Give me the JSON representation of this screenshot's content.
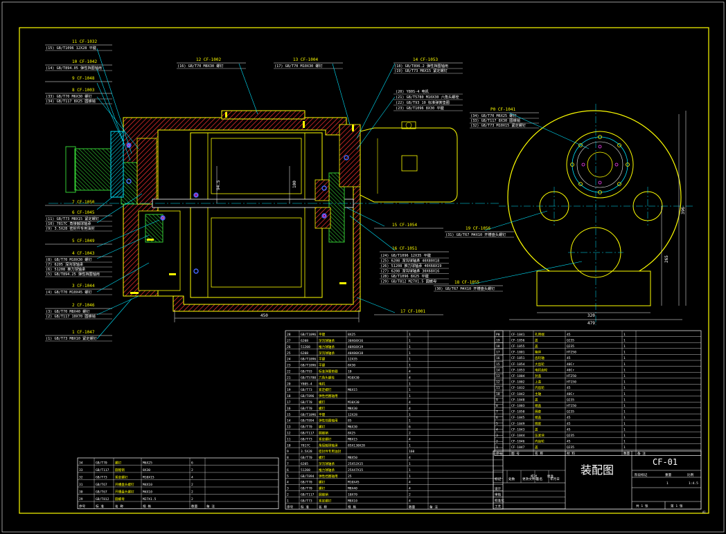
{
  "colors": {
    "bg": "#000000",
    "frame": "#ffff00",
    "hatch": "#ff3333",
    "body": "#ffff00",
    "cyan": "#00e5ff",
    "green": "#33cc33",
    "white": "#ffffff",
    "blue": "#4466ff",
    "magenta": "#ff44ff"
  },
  "callouts_left": [
    {
      "no": "11",
      "code": "CF-1032",
      "sub": [
        "(15) GB/T1096 12X28  平键"
      ]
    },
    {
      "no": "10",
      "code": "CF-1042",
      "sub": [
        "(14) GB/T894.05  弹性挡圈轴用"
      ]
    },
    {
      "no": "9",
      "code": "CF-1048",
      "sub": []
    },
    {
      "no": "8",
      "code": "CF-1003",
      "sub": [
        "(33) GB/T70 M6X30  螺钉",
        "(34) GB/T117 8X25  圆锥销"
      ]
    },
    {
      "no": "7",
      "code": "CF-1050",
      "sub": []
    },
    {
      "no": "6",
      "code": "CF-1045",
      "sub": [
        "(11) GB/T73 M8X15  紧定螺钉",
        "(10) 7817C  角接触球轴承",
        "(9) 3.5X28  密封件专用油封"
      ]
    },
    {
      "no": "5",
      "code": "CF-1049",
      "sub": []
    },
    {
      "no": "4",
      "code": "CF-1043",
      "sub": [
        "(8) GB/T70 M10X30  螺钉",
        "(7) 6205  深沟球轴承",
        "(6) 51208  推力球轴承",
        "(5) GB/T894.25  弹性挡圈轴用"
      ]
    },
    {
      "no": "3",
      "code": "CF-1044",
      "sub": [
        "(4) GB/T70 M10X45  螺钉"
      ]
    },
    {
      "no": "2",
      "code": "CF-1046",
      "sub": [
        "(3) GB/T70 M8X40  螺钉",
        "(2) GB/T117 10X70  圆锥销"
      ]
    },
    {
      "no": "1",
      "code": "CF-1047",
      "sub": [
        "(1) GB/T73 M8X10  紧定螺钉"
      ]
    }
  ],
  "callouts_top": [
    {
      "no": "12",
      "code": "CF-1002",
      "sub": [
        "(16) GB/T70 M8X30  螺钉"
      ]
    },
    {
      "no": "13",
      "code": "CF-1004",
      "sub": [
        "(17) GB/T70 M10X30  螺钉"
      ]
    },
    {
      "no": "14",
      "code": "CF-1053",
      "sub": [
        "(18) GB/T896.2  弹性挡圈轴用",
        "(19) GB/T73 M6X15  紧定螺钉"
      ]
    }
  ],
  "callouts_mid": [
    {
      "text": "(20) Y80S-4  电机"
    },
    {
      "text": "(21) GB/T5780 M10X30  六角头螺栓"
    },
    {
      "text": "(22) GB/T93 10  标准弹簧垫圈"
    },
    {
      "text": "(23) GB/T1096 8X30  平键"
    }
  ],
  "callout_15": {
    "no": "15",
    "code": "CF-1054"
  },
  "callout_16": {
    "no": "16",
    "code": "CF-1051",
    "sub": [
      "(24) GB/T1096 12X35  平键",
      "(25) 6208  深沟球轴承 40X80X18",
      "(26) 51208  推力球轴承 40X68X19",
      "(27) 6208  深沟球轴承 30X68X16",
      "(28) GB/T1096 8X25  平键",
      "(29) GB/T812 M27X1.5  圆螺母"
    ]
  },
  "callout_17": {
    "no": "17",
    "code": "CF-1001"
  },
  "callouts_right": [
    {
      "no": "P0",
      "code": "CF-1041",
      "sub": [
        "(34) GB/T70 M6X25  螺钉",
        "(33) GB/T117 8X30  圆锥销",
        "(32) GB/T73 M10X15  紧定螺钉"
      ]
    },
    {
      "no": "19",
      "code": "CF-1056",
      "sub": [
        "(31) GB/T67 M4X10  开槽盘头螺钉"
      ]
    },
    {
      "no": "18",
      "code": "CF-1055",
      "sub": [
        "(30) GB/T67 M4X10  开槽盘头螺钉"
      ]
    }
  ],
  "dims": {
    "d450": "450",
    "d320": "320",
    "d479": "479",
    "d265": "265",
    "d396": "396",
    "d94": "94.5",
    "d100": "100"
  },
  "bom_left": [
    [
      "34",
      "GB/T70",
      "螺钉",
      "M6X25",
      "6",
      ""
    ],
    [
      "33",
      "GB/T117",
      "圆锥销",
      "8X30",
      "2",
      ""
    ],
    [
      "32",
      "GB/T73",
      "紧定螺钉",
      "M10X15",
      "4",
      ""
    ],
    [
      "31",
      "GB/T67",
      "开槽盘头螺钉",
      "M4X10",
      "2",
      ""
    ],
    [
      "30",
      "GB/T67",
      "开槽盘头螺钉",
      "M4X10",
      "2",
      ""
    ],
    [
      "29",
      "GB/T812",
      "圆螺母",
      "M27X1.5",
      "2",
      ""
    ]
  ],
  "bom_mid": [
    [
      "28",
      "GB/T1096",
      "平键",
      "8X25",
      "1",
      ""
    ],
    [
      "27",
      "6208",
      "深沟球轴承",
      "30X68X16",
      "1",
      ""
    ],
    [
      "26",
      "51208",
      "推力球轴承",
      "40X68X19",
      "1",
      ""
    ],
    [
      "25",
      "6208",
      "深沟球轴承",
      "40X80X18",
      "1",
      ""
    ],
    [
      "24",
      "GB/T1096",
      "平键",
      "12X35",
      "1",
      ""
    ],
    [
      "23",
      "GB/T1096",
      "平键",
      "8X30",
      "1",
      ""
    ],
    [
      "22",
      "GB/T93",
      "标准弹簧垫圈",
      "10",
      "4",
      ""
    ],
    [
      "21",
      "GB/T5780",
      "六角头螺栓",
      "M10X30",
      "4",
      ""
    ],
    [
      "20",
      "Y80S-4",
      "电机",
      "",
      "1",
      ""
    ],
    [
      "19",
      "GB/T73",
      "紧定螺钉",
      "M6X15",
      "1",
      ""
    ],
    [
      "18",
      "GB/T896",
      "弹性挡圈轴用",
      "",
      "1",
      ""
    ],
    [
      "17",
      "GB/T70",
      "螺钉",
      "M10X30",
      "4",
      ""
    ],
    [
      "16",
      "GB/T70",
      "螺钉",
      "M8X30",
      "4",
      ""
    ],
    [
      "15",
      "GB/T1096",
      "平键",
      "12X28",
      "1",
      ""
    ],
    [
      "14",
      "GB/T894",
      "弹性挡圈轴用",
      "85",
      "1",
      ""
    ],
    [
      "13",
      "GB/T70",
      "螺钉",
      "M6X30",
      "6",
      ""
    ],
    [
      "12",
      "GB/T117",
      "圆锥销",
      "8X25",
      "2",
      ""
    ],
    [
      "11",
      "GB/T73",
      "紧定螺钉",
      "M8X15",
      "4",
      ""
    ],
    [
      "10",
      "7817C",
      "角接触球轴承",
      "85X130X28",
      "1",
      ""
    ],
    [
      "9",
      "3.5X28",
      "密封件专用油封",
      "",
      "160",
      ""
    ],
    [
      "8",
      "GB/T70",
      "螺钉",
      "M8X50",
      "4",
      ""
    ],
    [
      "7",
      "6205",
      "深沟球轴承",
      "25X52X15",
      "1",
      ""
    ],
    [
      "6",
      "51208",
      "推力球轴承",
      "25X47X15",
      "1",
      ""
    ],
    [
      "5",
      "GB/T894",
      "弹性挡圈轴用",
      "25",
      "1",
      ""
    ],
    [
      "4",
      "GB/T70",
      "螺钉",
      "M10X45",
      "4",
      ""
    ],
    [
      "3",
      "GB/T70",
      "螺钉",
      "M8X40",
      "4",
      ""
    ],
    [
      "2",
      "GB/T117",
      "圆锥销",
      "10X70",
      "2",
      ""
    ],
    [
      "1",
      "GB/T73",
      "紧定螺钉",
      "M8X10",
      "4",
      ""
    ]
  ],
  "bom_right": [
    [
      "P0",
      "CF-1041",
      "孔用端",
      "45",
      "1",
      ""
    ],
    [
      "19",
      "CF-1056",
      "盖",
      "Q235",
      "1",
      ""
    ],
    [
      "18",
      "CF-1055",
      "盖",
      "Q235",
      "1",
      ""
    ],
    [
      "17",
      "CF-1001",
      "箱体",
      "HT250",
      "1",
      ""
    ],
    [
      "16",
      "CF-1051",
      "齿轮轴",
      "45",
      "1",
      ""
    ],
    [
      "15",
      "CF-1054",
      "大齿轮",
      "40Cr",
      "1",
      ""
    ],
    [
      "14",
      "CF-1053",
      "电机齿轮",
      "40Cr",
      "1",
      ""
    ],
    [
      "13",
      "CF-1004",
      "封盖",
      "HT250",
      "1",
      ""
    ],
    [
      "12",
      "CF-1002",
      "上盖",
      "HT150",
      "1",
      ""
    ],
    [
      "11",
      "CF-1032",
      "内齿轮",
      "45",
      "1",
      ""
    ],
    [
      "10",
      "CF-1042",
      "主轴",
      "40Cr",
      "1",
      ""
    ],
    [
      "9",
      "CF-1048",
      "盖",
      "Q235",
      "1",
      ""
    ],
    [
      "8",
      "CF-1003",
      "端盖",
      "HT150",
      "1",
      ""
    ],
    [
      "7",
      "CF-1050",
      "隔套",
      "Q235",
      "1",
      ""
    ],
    [
      "6",
      "CF-1045",
      "端盖",
      "45",
      "1",
      ""
    ],
    [
      "5",
      "CF-1049",
      "隔套",
      "45",
      "1",
      ""
    ],
    [
      "4",
      "CF-1043",
      "盖",
      "45",
      "1",
      ""
    ],
    [
      "3",
      "CF-1044",
      "压紧块",
      "Q235",
      "1",
      ""
    ],
    [
      "2",
      "CF-1046",
      "内齿轮",
      "45",
      "1",
      ""
    ],
    [
      "1",
      "CF-1047",
      "盖",
      "Q235",
      "1",
      ""
    ]
  ],
  "bom_header_left": [
    "序号",
    "标 准",
    "名 称",
    "规 格",
    "数量",
    "备 注"
  ],
  "bom_header_mid": [
    "序号",
    "标 准",
    "名 称",
    "规 格",
    "数量",
    "备 注"
  ],
  "bom_header_right": [
    "序号",
    "图 号",
    "名 称",
    "材 料",
    "数量",
    "备 注"
  ],
  "title_block": {
    "title": "装配图",
    "drawing_no": "CF-01",
    "stage": "阶段标记",
    "weight": "重量",
    "scale_label": "比例",
    "scale": "1:4.5",
    "sheets": "共 1 张",
    "sheet": "第 1 张",
    "qty": "1",
    "rows": [
      "标记",
      "处数",
      "更改文件号",
      "签名",
      "年月日"
    ],
    "roles": [
      "设计",
      "审核",
      "标准化",
      "工艺",
      "校对",
      "批准"
    ]
  },
  "corner_mark": "A1"
}
